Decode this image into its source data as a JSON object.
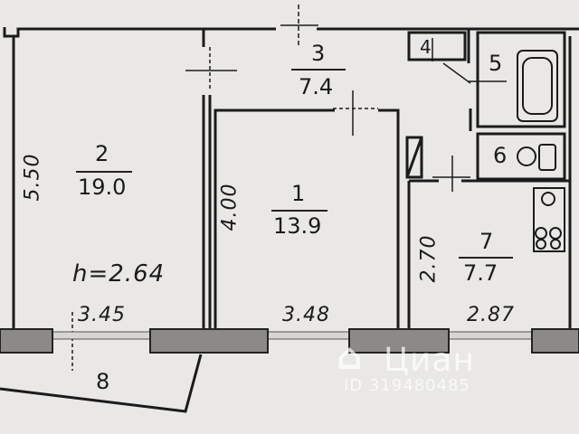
{
  "rooms": [
    {
      "id": "1",
      "area": "13.9"
    },
    {
      "id": "2",
      "area": "19.0"
    },
    {
      "id": "3",
      "area": "7.4"
    },
    {
      "id": "4",
      "area": ""
    },
    {
      "id": "5",
      "area": ""
    },
    {
      "id": "6",
      "area": ""
    },
    {
      "id": "7",
      "area": "7.7"
    },
    {
      "id": "8",
      "area": ""
    }
  ],
  "dimensions": {
    "room2_height": "5.50",
    "room1_height": "4.00",
    "room7_height": "2.70",
    "room2_width": "3.45",
    "room1_width": "3.48",
    "room7_width": "2.87",
    "ceiling_height": "h=2.64"
  },
  "watermark": {
    "logo": "⌂",
    "brand": "Циан",
    "id": "ID 319480485"
  },
  "colors": {
    "paper": "#e9e8e6",
    "wall": "#1b1b1b",
    "window": "#8b8a86"
  }
}
